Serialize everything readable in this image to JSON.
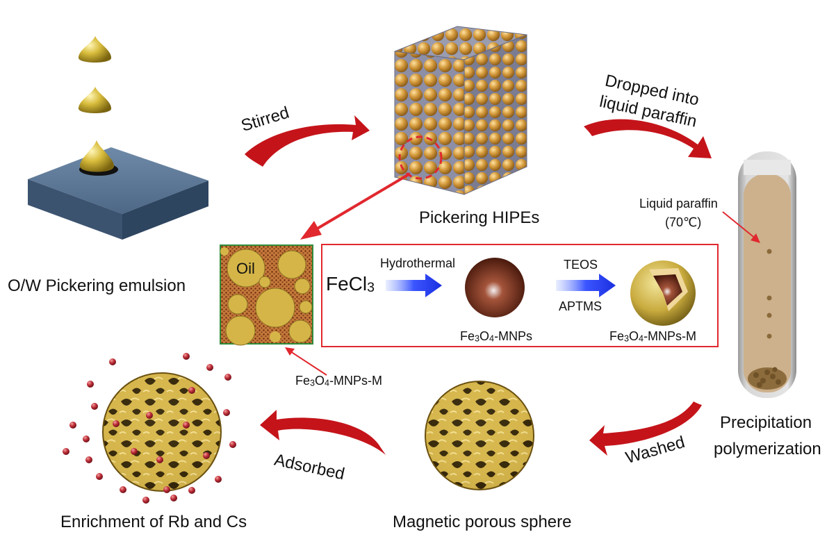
{
  "labels": {
    "ow_emulsion": "O/W Pickering emulsion",
    "stirred": "Stirred",
    "pickering_hipes": "Pickering HIPEs",
    "dropped_line1": "Dropped into",
    "dropped_line2": "liquid paraffin",
    "liquid_paraffin": "Liquid paraffin",
    "temperature": "(70℃)",
    "oil": "Oil",
    "fecl3_main": "FeCl",
    "fecl3_sub": "3",
    "hydrothermal": "Hydrothermal",
    "teos": "TEOS",
    "aptms": "APTMS",
    "mnps_fe": "Fe",
    "mnps_sub3": "3",
    "mnps_o": "O",
    "mnps_sub4": "4",
    "mnps_tail": "-MNPs",
    "mnpsm_tail": "-MNPs-M",
    "precipitation": "Precipitation",
    "polymerization": "polymerization",
    "washed": "Washed",
    "magnetic_sphere": "Magnetic porous sphere",
    "adsorbed": "Adsorbed",
    "enrichment": "Enrichment of Rb and Cs"
  },
  "colors": {
    "gold": "#d6b548",
    "arrow_red": "#c4141a",
    "arrow_blue": "#1a36f0",
    "box_red": "#e0282e",
    "slab": "#4e6883",
    "magnetite": "#6e2a14"
  }
}
